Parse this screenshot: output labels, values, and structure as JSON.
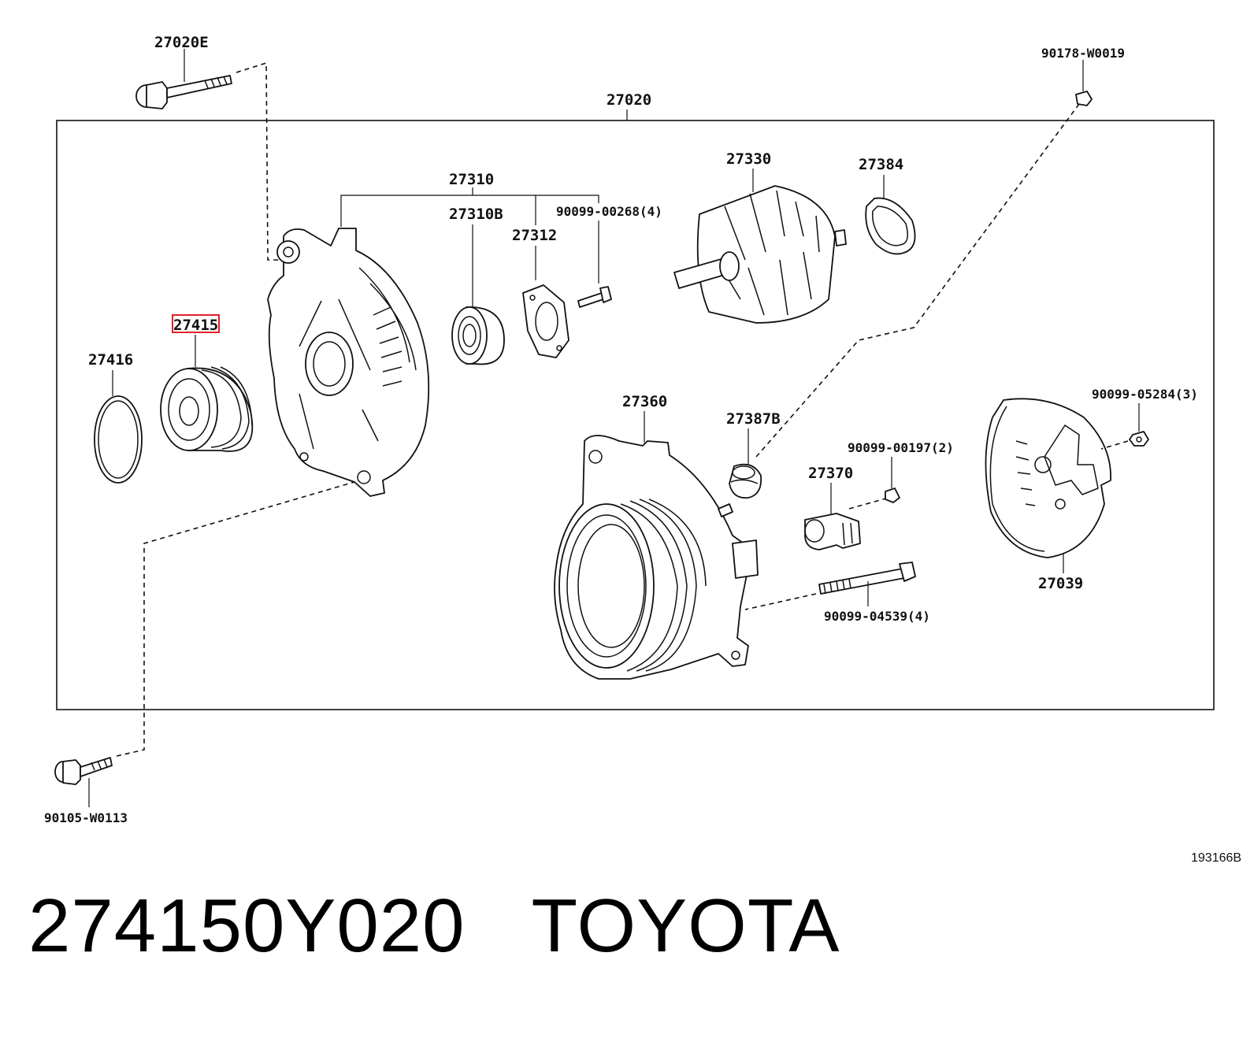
{
  "diagram": {
    "ref_code": "193166B",
    "labels": {
      "p27020E": "27020E",
      "p27020": "27020",
      "p90178": "90178-W0019",
      "p27310": "27310",
      "p27310B": "27310B",
      "p90099_00268": "90099-00268(4)",
      "p27312": "27312",
      "p27330": "27330",
      "p27384": "27384",
      "p27415": "27415",
      "p27416": "27416",
      "p27360": "27360",
      "p27387B": "27387B",
      "p90099_05284": "90099-05284(3)",
      "p90099_00197": "90099-00197(2)",
      "p27370": "27370",
      "p27039": "27039",
      "p90099_04539": "90099-04539(4)",
      "p90105": "90105-W0113"
    },
    "highlighted_part": "27415",
    "highlight_color": "#e0202a"
  },
  "caption": {
    "part_number": "274150Y020",
    "brand": "TOYOTA"
  }
}
